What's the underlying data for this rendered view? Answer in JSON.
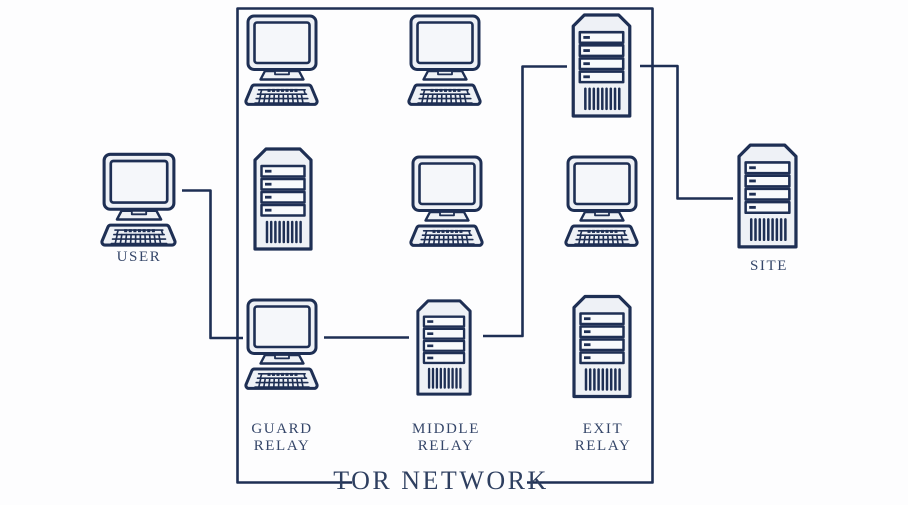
{
  "page": {
    "background_color": "#fdfdfe"
  },
  "colors": {
    "outline": "#1e2f54",
    "icon_body_fill": "#eef1f6",
    "screen_fill": "#f5f7fa",
    "title_text": "#2e3f60",
    "label_text": "#354669"
  },
  "tor_network_box": {
    "title": "TOR NETWORK"
  },
  "nodes": {
    "user": {
      "label": "USER",
      "icon": "desktop-computer"
    },
    "site": {
      "label": "SITE",
      "icon": "server-tower"
    },
    "guard_relay": {
      "label": "GUARD\nRELAY",
      "icon": "desktop-computer"
    },
    "middle_relay": {
      "label": "MIDDLE\nRELAY",
      "icon": "server-tower"
    },
    "exit_relay": {
      "label": "EXIT\nRELAY",
      "icon": "server-tower"
    },
    "unlabeled_grid_nodes": [
      {
        "position": "top-left",
        "icon": "desktop-computer"
      },
      {
        "position": "top-center",
        "icon": "desktop-computer"
      },
      {
        "position": "top-right",
        "icon": "server-tower"
      },
      {
        "position": "middle-left",
        "icon": "server-tower"
      },
      {
        "position": "middle-center",
        "icon": "desktop-computer"
      },
      {
        "position": "middle-right",
        "icon": "desktop-computer"
      }
    ]
  },
  "connections": [
    "user to guard-relay",
    "guard-relay to middle-relay",
    "middle-relay up to top-right-server",
    "top-right-server to site"
  ]
}
